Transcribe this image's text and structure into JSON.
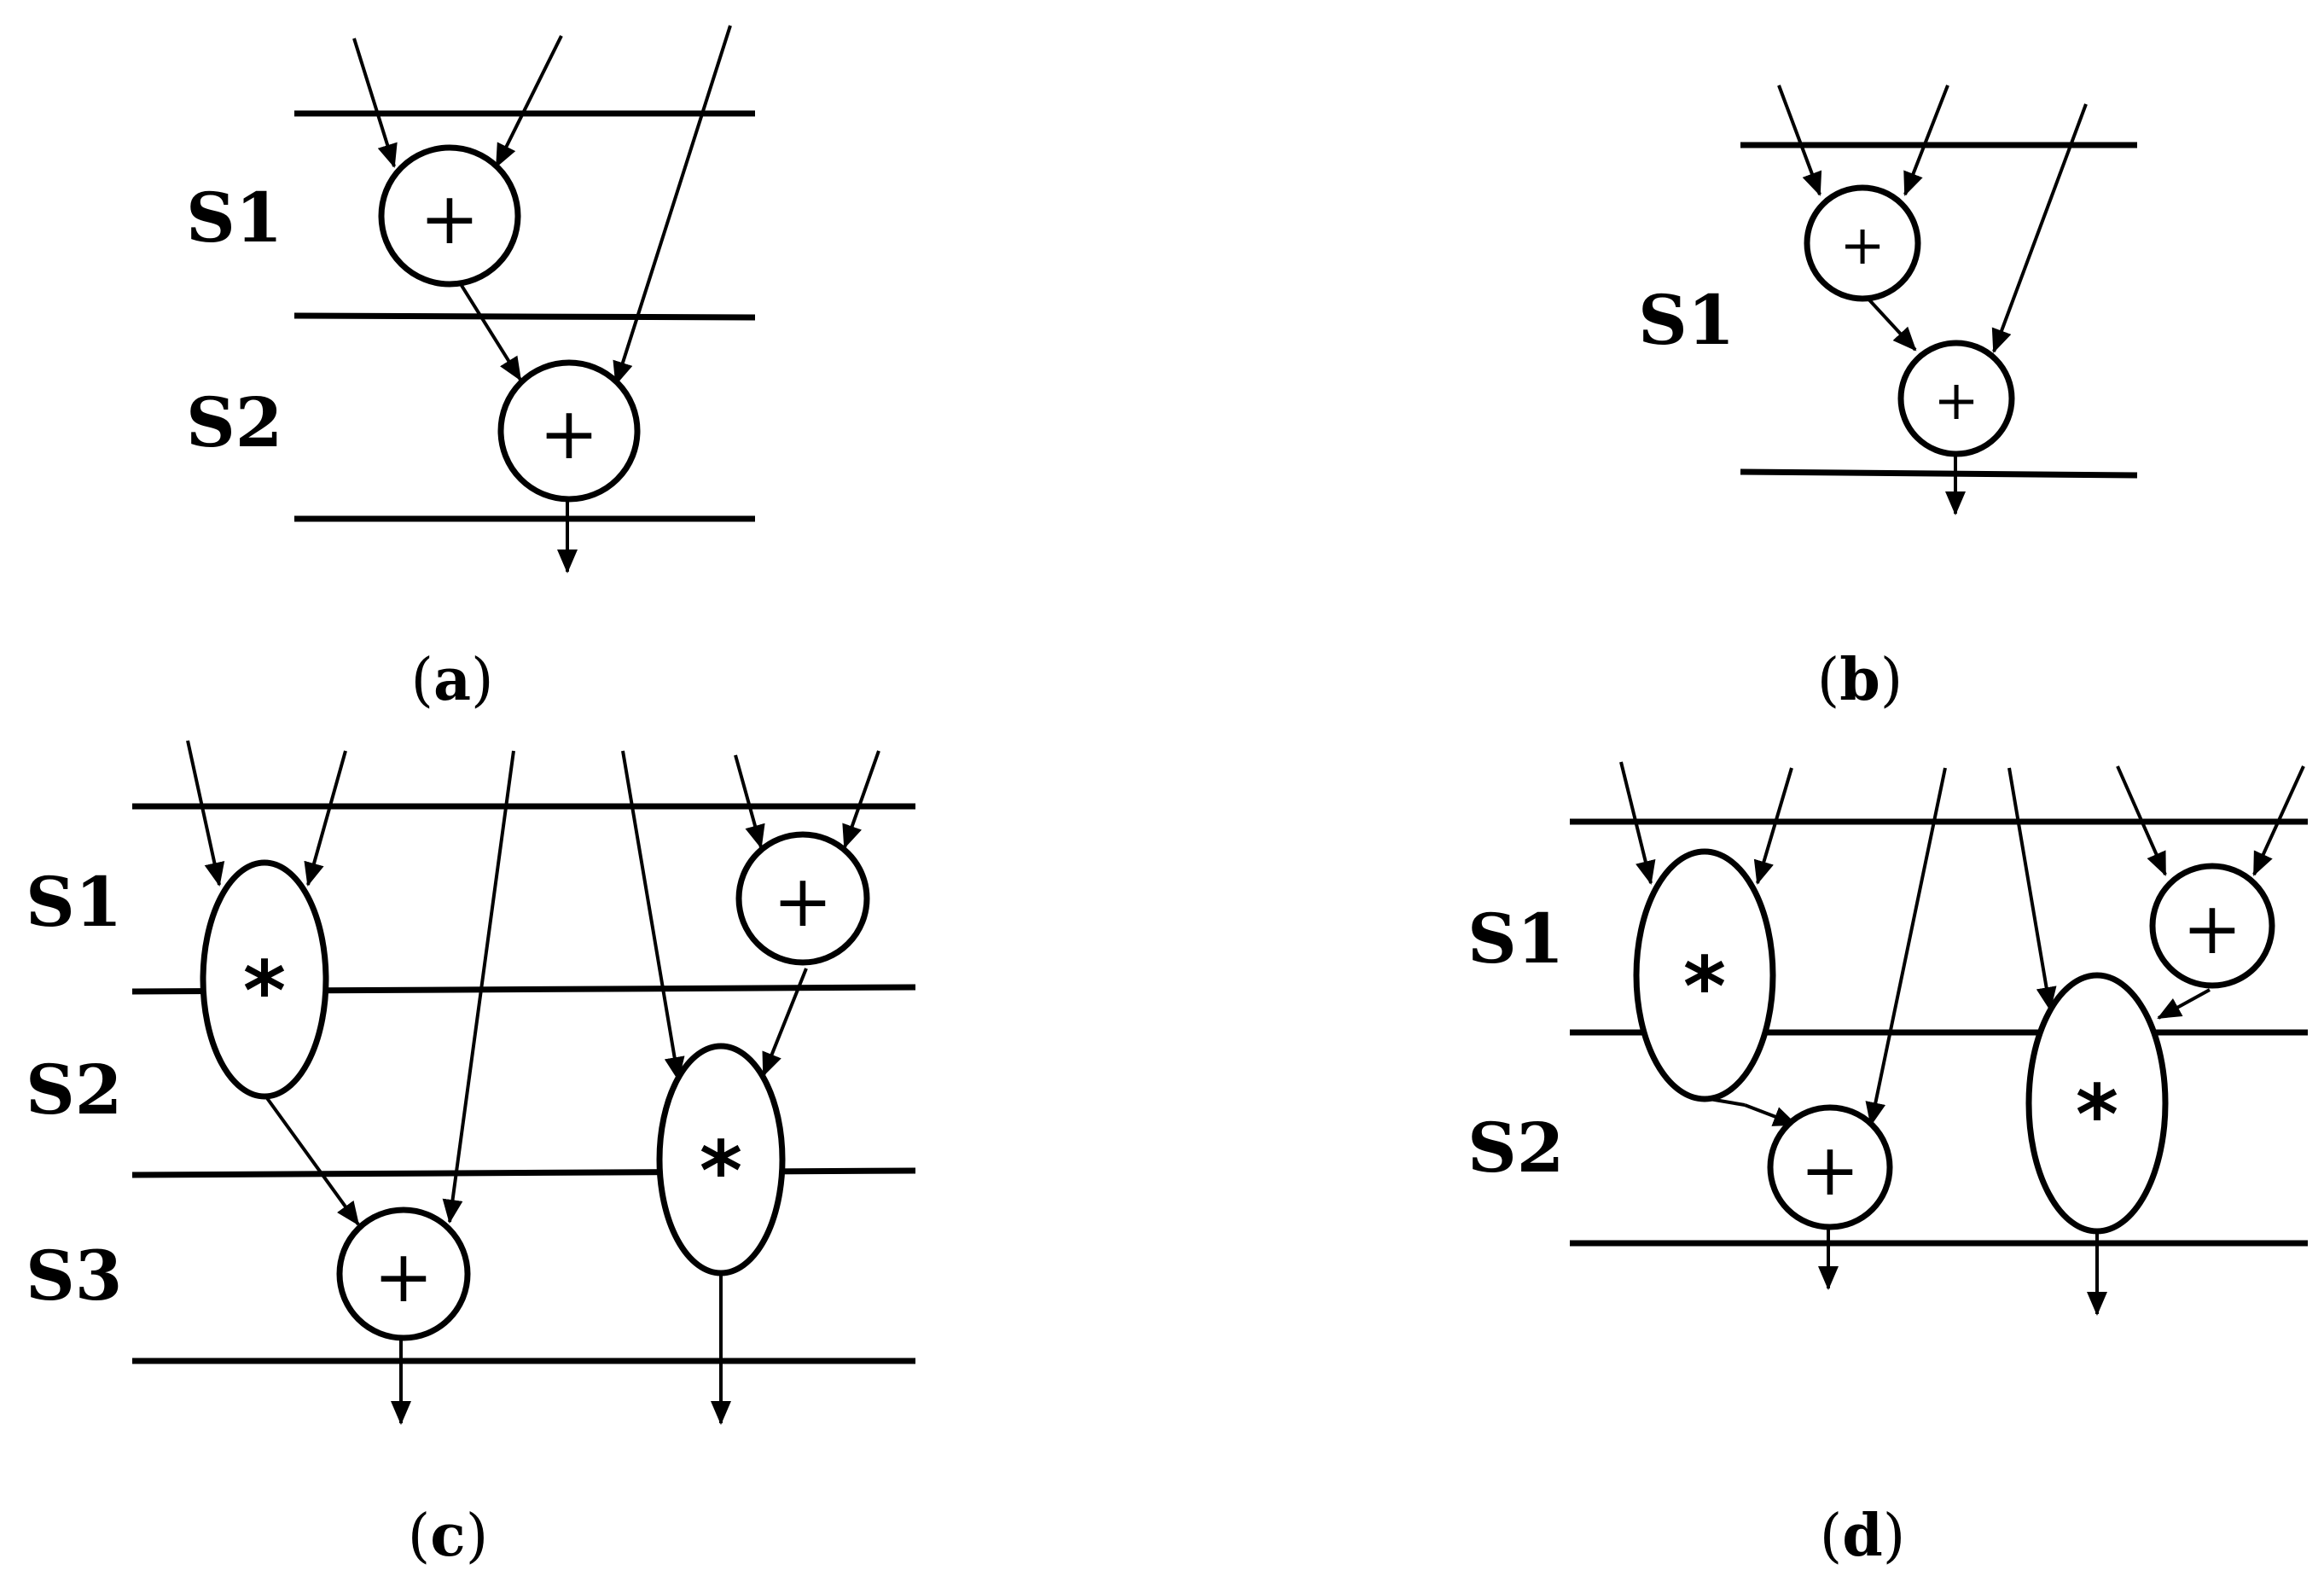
{
  "panels": {
    "a": {
      "caption_open": "(",
      "caption_letter": "a",
      "caption_close": ")",
      "stages": [
        "S1",
        "S2"
      ],
      "ops": [
        "+",
        "+"
      ]
    },
    "b": {
      "caption_open": "(",
      "caption_letter": "b",
      "caption_close": ")",
      "stages": [
        "S1"
      ],
      "ops": [
        "+",
        "+"
      ]
    },
    "c": {
      "caption_open": "(",
      "caption_letter": "c",
      "caption_close": ")",
      "stages": [
        "S1",
        "S2",
        "S3"
      ],
      "ops": [
        "*",
        "+",
        "+",
        "*"
      ]
    },
    "d": {
      "caption_open": "(",
      "caption_letter": "d",
      "caption_close": ")",
      "stages": [
        "S1",
        "S2"
      ],
      "ops": [
        "*",
        "+",
        "+",
        "*"
      ]
    }
  }
}
